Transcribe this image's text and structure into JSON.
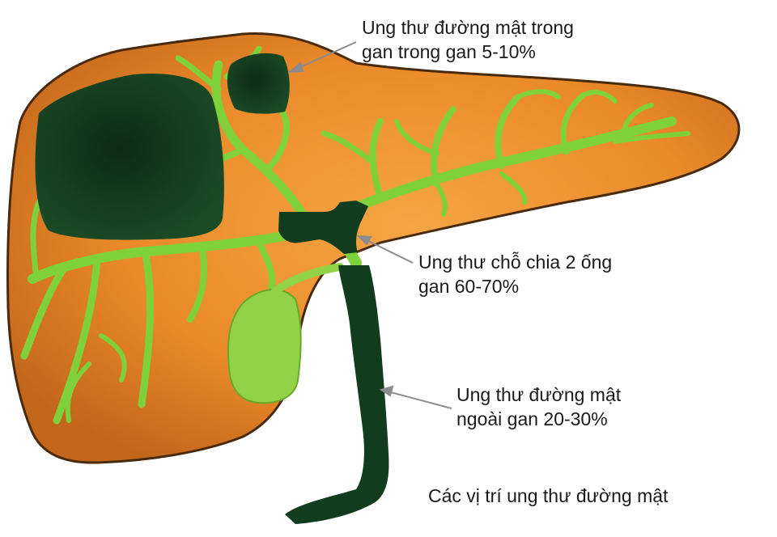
{
  "colors": {
    "liver_light": "#f39a3a",
    "liver_dark": "#c86a16",
    "liver_outline": "#4a2a0c",
    "bile_duct": "#7fd13b",
    "bile_duct_dark": "#3c9a1a",
    "gallbladder": "#92d246",
    "tumor": "#123c1e",
    "pointer": "#8c8c8c",
    "text": "#1a1a1a"
  },
  "labels": {
    "intrahepatic": {
      "line1": "Ung thư đường mật trong",
      "line2": "gan trong gan 5-10%"
    },
    "hilar": {
      "line1": "Ung thư chỗ chia 2 ống",
      "line2": "gan 60-70%"
    },
    "extrahepatic": {
      "line1": "Ung thư đường mật",
      "line2": "ngoài gan 20-30%"
    },
    "caption": "Các vị trí ung thư đường mật"
  }
}
